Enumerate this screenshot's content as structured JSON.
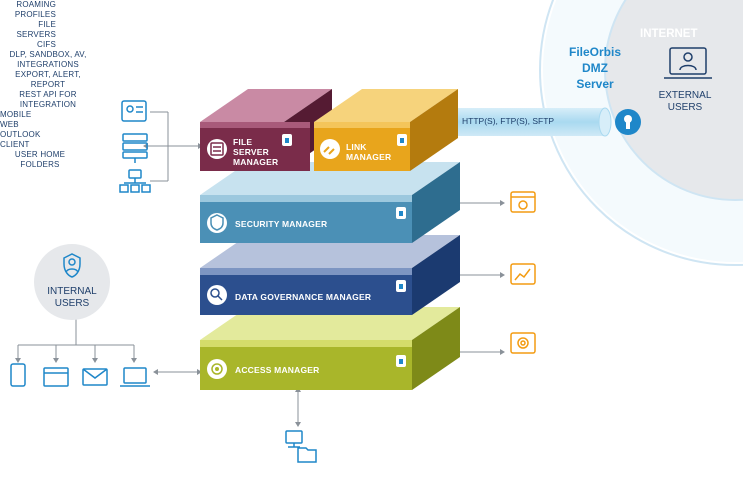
{
  "internet": {
    "title": "INTERNET",
    "users_line1": "EXTERNAL",
    "users_line2": "USERS"
  },
  "dmz": {
    "line1": "FileOrbis",
    "line2": "DMZ",
    "line3": "Server"
  },
  "tunnel": {
    "label": "HTTP(S), FTP(S), SFTP"
  },
  "layers": {
    "file_server_manager": [
      "FILE",
      "SERVER",
      "MANAGER"
    ],
    "link_manager": [
      "LINK",
      "MANAGER"
    ],
    "security_manager": "SECURITY MANAGER",
    "data_governance_manager": "DATA GOVERNANCE MANAGER",
    "access_manager": "ACCESS MANAGER"
  },
  "left_sources": {
    "roaming_profiles": [
      "ROAMING",
      "PROFILES"
    ],
    "file_servers": [
      "FILE",
      "SERVERS"
    ],
    "cifs": "CIFS"
  },
  "right_features": {
    "security": [
      "DLP, SANDBOX, AV,",
      "INTEGRATIONS"
    ],
    "governance": [
      "EXPORT, ALERT,",
      "REPORT"
    ],
    "access": [
      "REST API FOR",
      "INTEGRATION"
    ]
  },
  "internal_users": {
    "line1": "INTERNAL",
    "line2": "USERS"
  },
  "clients": {
    "mobile": "MOBILE",
    "web": "WEB",
    "outlook": "OUTLOOK",
    "client": "CLIENT"
  },
  "user_home": [
    "USER HOME",
    "FOLDERS"
  ],
  "colors": {
    "file_server": "#7a2c4a",
    "link": "#e8a51c",
    "security": "#4b90b6",
    "governance": "#2c4f8e",
    "access": "#a9b62a",
    "icon_blue": "#1f87c9",
    "icon_orange": "#f39c12",
    "text_navy": "#1f3f6b"
  }
}
